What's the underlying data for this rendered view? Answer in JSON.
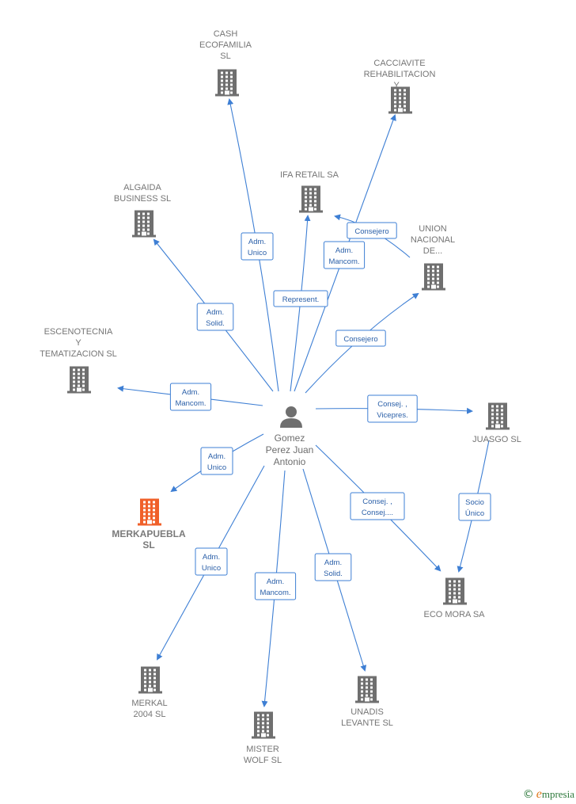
{
  "center": {
    "name_lines": [
      "Gomez",
      "Perez Juan",
      "Antonio"
    ],
    "icon": "person-icon"
  },
  "companies": [
    {
      "id": "cash",
      "lines": [
        "CASH",
        "ECOFAMILIA",
        "SL"
      ],
      "icon": "building-icon"
    },
    {
      "id": "cacciavite",
      "lines": [
        "CACCIAVITE",
        "REHABILITACION",
        "Y..."
      ],
      "icon": "building-icon"
    },
    {
      "id": "ifa",
      "lines": [
        "IFA RETAIL SA"
      ],
      "icon": "building-icon"
    },
    {
      "id": "algaida",
      "lines": [
        "ALGAIDA",
        "BUSINESS  SL"
      ],
      "icon": "building-icon"
    },
    {
      "id": "union",
      "lines": [
        "UNION",
        "NACIONAL",
        "DE..."
      ],
      "icon": "building-icon"
    },
    {
      "id": "escenotecnia",
      "lines": [
        "ESCENOTECNIA",
        "Y",
        "TEMATIZACION SL"
      ],
      "icon": "building-icon"
    },
    {
      "id": "juasgo",
      "lines": [
        "JUASGO  SL"
      ],
      "icon": "building-icon"
    },
    {
      "id": "merkapuebla",
      "lines": [
        "MERKAPUEBLA",
        "SL"
      ],
      "icon": "building-icon",
      "highlight": true
    },
    {
      "id": "ecomora",
      "lines": [
        "ECO MORA SA"
      ],
      "icon": "building-icon"
    },
    {
      "id": "merkal",
      "lines": [
        "MERKAL",
        "2004 SL"
      ],
      "icon": "building-icon"
    },
    {
      "id": "unadis",
      "lines": [
        "UNADIS",
        "LEVANTE SL"
      ],
      "icon": "building-icon"
    },
    {
      "id": "mister",
      "lines": [
        "MISTER",
        "WOLF SL"
      ],
      "icon": "building-icon"
    }
  ],
  "relations": [
    {
      "from": "center",
      "to": "cash",
      "label": [
        "Adm.",
        "Unico"
      ]
    },
    {
      "from": "center",
      "to": "cacciavite",
      "label": [
        "Adm.",
        "Mancom."
      ]
    },
    {
      "from": "center",
      "to": "ifa",
      "label": [
        "Represent."
      ]
    },
    {
      "from": "union",
      "to": "ifa",
      "label": [
        "Consejero"
      ]
    },
    {
      "from": "center",
      "to": "algaida",
      "label": [
        "Adm.",
        "Solid."
      ]
    },
    {
      "from": "center",
      "to": "union",
      "label": [
        "Consejero"
      ]
    },
    {
      "from": "center",
      "to": "escenotecnia",
      "label": [
        "Adm.",
        "Mancom."
      ]
    },
    {
      "from": "center",
      "to": "juasgo",
      "label": [
        "Consej. ,",
        "Vicepres."
      ]
    },
    {
      "from": "center",
      "to": "merkapuebla",
      "label": [
        "Adm.",
        "Unico"
      ]
    },
    {
      "from": "center",
      "to": "ecomora",
      "label": [
        "Consej. ,",
        "Consej...."
      ]
    },
    {
      "from": "juasgo",
      "to": "ecomora",
      "label": [
        "Socio",
        "Único"
      ]
    },
    {
      "from": "center",
      "to": "merkal",
      "label": [
        "Adm.",
        "Unico"
      ]
    },
    {
      "from": "center",
      "to": "mister",
      "label": [
        "Adm.",
        "Mancom."
      ]
    },
    {
      "from": "center",
      "to": "unadis",
      "label": [
        "Adm.",
        "Solid."
      ]
    }
  ],
  "colors": {
    "edge": "#3e7fd4",
    "building": "#6f6f6f",
    "highlight": "#f0602a",
    "person": "#6f6f6f"
  },
  "footer": {
    "copyright_symbol": "©",
    "brand_first": "e",
    "brand_rest": "mpresia"
  }
}
